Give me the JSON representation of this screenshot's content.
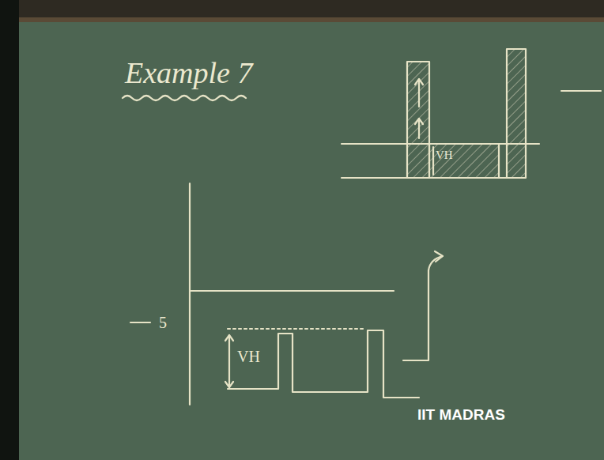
{
  "diagram": {
    "title": "Example 7",
    "labels": [
      "5",
      "VH",
      "VH",
      "IIT MADRAS"
    ]
  }
}
